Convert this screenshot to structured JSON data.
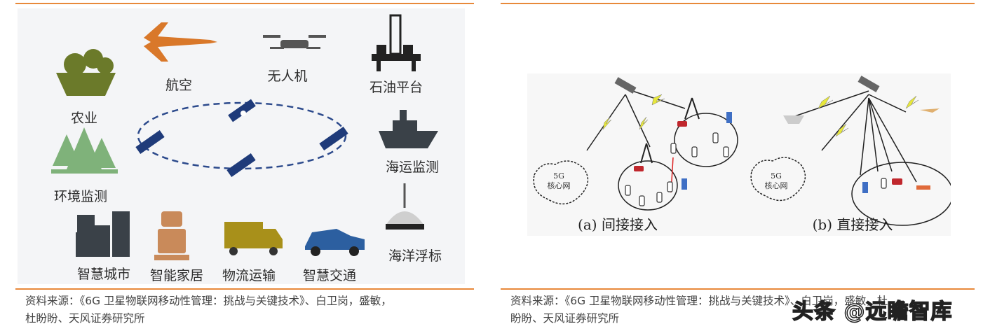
{
  "left_figure": {
    "labels": {
      "aviation": "航空",
      "drone": "无人机",
      "oil_platform": "石油平台",
      "agriculture": "农业",
      "maritime": "海运监测",
      "environment": "环境监测",
      "smart_city": "智慧城市",
      "smart_home": "智能家居",
      "logistics": "物流运输",
      "smart_traffic": "智慧交通",
      "ocean_buoy": "海洋浮标"
    },
    "source_line1": "资料来源：《6G 卫星物联网移动性管理：挑战与关键技术》、白卫岗，盛敏，",
    "source_line2": "杜盼盼、天风证券研究所"
  },
  "right_figure": {
    "core_network_a": {
      "line1": "5G",
      "line2": "核心网"
    },
    "core_network_b": {
      "line1": "5G",
      "line2": "核心网"
    },
    "caption_a": "(a) 间接接入",
    "caption_b": "(b) 直接接入",
    "source_line1": "资料来源：《6G 卫星物联网移动性管理：挑战与关键技术》、白卫岗，盛敏，杜",
    "source_line2": "盼盼、天风证券研究所"
  },
  "watermark": "头条 @远瞻智库",
  "colors": {
    "rule": "#e8893a",
    "icon_olive": "#6b7a2a",
    "icon_orange": "#d9782a",
    "icon_dark": "#3a4148",
    "satellite_blue": "#1f3b7a",
    "lightning": "#e8e83a"
  }
}
